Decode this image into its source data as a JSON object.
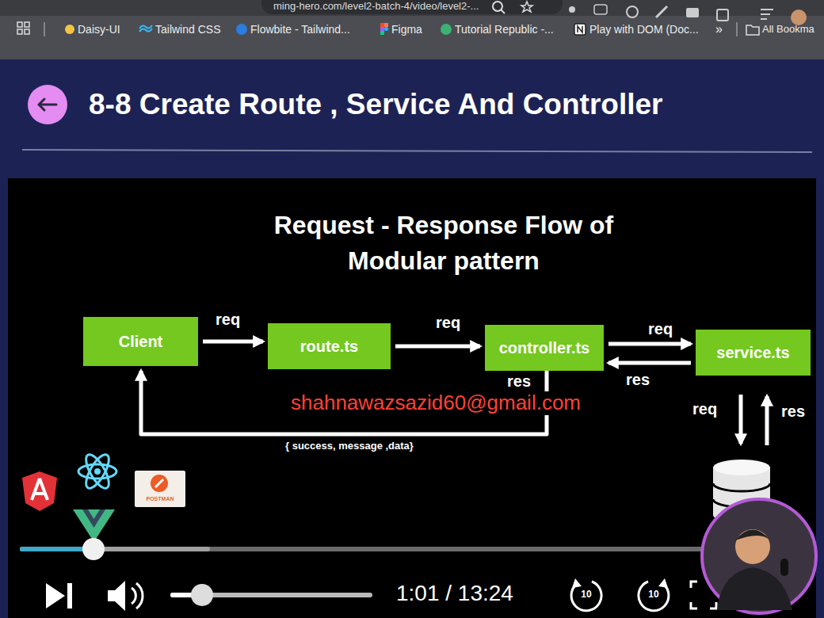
{
  "diagram": {
    "title": "Request - Response Flow of Modular pattern",
    "nodes": [
      {
        "text": [
          "Client"
        ]
      },
      {
        "text": [
          "route.ts"
        ]
      },
      {
        "text": [
          "controller.ts"
        ]
      },
      {
        "text": [
          "service.ts"
        ]
      }
    ],
    "edges": [
      {
        "from": 0,
        "to": 1,
        "label": "req",
        "arrow": "to"
      },
      {
        "from": 1,
        "to": 2,
        "label": "req",
        "arrow": "to"
      },
      {
        "from": 2,
        "to": 3,
        "label": "req",
        "arrow": "to"
      },
      {
        "from": 3,
        "to": 2,
        "label": "res",
        "arrow": "to"
      },
      {
        "from": 2,
        "to": 0,
        "label": "res",
        "arrow": "to"
      }
    ],
    "labels": [
      "Daisy-UI",
      "Tailwind CSS",
      "Flowbite - Tailwind...",
      "Figma",
      "Tutorial Republic -...",
      "Play with DOM (Doc...",
      "»",
      "All Bookma",
      "ming-hero.com/level2-batch-4/video/level2-...",
      "8-8 Create Route , Service And Controller",
      "shahnawazsazid60@gmail.com",
      "{ success, message ,data}",
      "req",
      "res",
      "POSTMAN",
      "1:01 / 13:24",
      "10",
      "10"
    ]
  }
}
